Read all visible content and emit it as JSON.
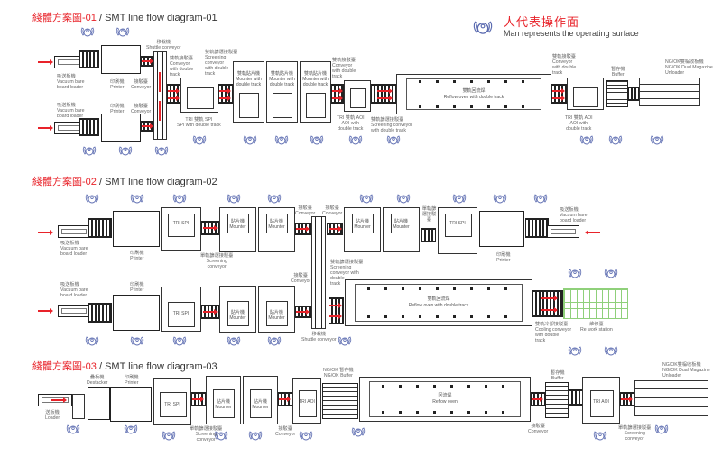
{
  "legend": {
    "icon": "operator-icon",
    "zh": "人代表操作面",
    "en": "Man represents the operating surface"
  },
  "colors": {
    "accent": "#e8232a",
    "operator": "#5b6bb0",
    "rework_grid": "#8fd07a"
  },
  "diagrams": [
    {
      "title_zh": "綫體方案圖-01",
      "title_en": " / SMT line flow diagram-01",
      "labels": {
        "loader_top_zh": "吸送板機",
        "loader_top_en1": "Vacuum bare",
        "loader_top_en2": "board loader",
        "loader_bot_zh": "吸送板機",
        "loader_bot_en1": "Vacuum bare",
        "loader_bot_en2": "board loader",
        "printer_top_zh": "印刷機",
        "printer_top_en": "Printer",
        "conveyor_top_zh": "接駁臺",
        "conveyor_top_en": "Conveyor",
        "printer_bot_zh": "印刷機",
        "printer_bot_en": "Printer",
        "conveyor_bot_zh": "接駁臺",
        "conveyor_bot_en": "Conveyor",
        "shuttle_zh": "移栽機",
        "shuttle_en": "Shuttle conveyor",
        "dconv1_zh": "雙軌接駁臺",
        "dconv1_en1": "Conveyor",
        "dconv1_en2": "with double",
        "dconv1_en3": "track",
        "screen1_zh": "雙軌篩選接駁臺",
        "screen1_en1": "Screening",
        "screen1_en2": "conveyor",
        "screen1_en3": "with double",
        "screen1_en4": "track",
        "spi_zh": "TRI 雙軌 SPI",
        "spi_en": "SPI with double track",
        "mounter1_zh": "雙軌貼片機",
        "mounter1_en1": "Mounter with",
        "mounter1_en2": "double track",
        "mounter2_zh": "雙軌貼片機",
        "mounter2_en1": "Mounter with",
        "mounter2_en2": "double track",
        "mounter3_zh": "雙軌貼片機",
        "mounter3_en1": "Mounter with",
        "mounter3_en2": "double track",
        "dconv2_zh": "雙軌接駁臺",
        "dconv2_en1": "Conveyor",
        "dconv2_en2": "with double",
        "dconv2_en3": "track",
        "aoi1_zh": "TRI 雙軌 AOI",
        "aoi1_en1": "AOI with",
        "aoi1_en2": "double track",
        "screen2_zh": "雙軌篩選接駁臺",
        "screen2_en1": "Screening conveyor",
        "screen2_en2": "with double track",
        "oven_zh": "雙軌回流焊",
        "oven_en": "Reflow oven with double track",
        "dconv3_zh": "雙軌接駁臺",
        "dconv3_en1": "Conveyor",
        "dconv3_en2": "with double",
        "dconv3_en3": "track",
        "aoi2_zh": "TRI 雙軌 AOI",
        "aoi2_en1": "AOI with",
        "aoi2_en2": "double track",
        "buffer_zh": "暫存機",
        "buffer_en": "Buffer",
        "unloader_zh": "NG/OK雙榀收板機",
        "unloader_en1": "NG/OK Dual Magazine",
        "unloader_en2": "Unloader"
      }
    },
    {
      "title_zh": "綫體方案圖-02",
      "title_en": " / SMT line flow diagram-02",
      "labels": {
        "loaderA_zh": "吸送板機",
        "loaderA_en1": "Vacuum bare",
        "loaderA_en2": "board loader",
        "printerA_zh": "印刷機",
        "printerA_en": "Printer",
        "spiA": "TRI SPI",
        "screenA_zh": "單軌篩選接駁臺",
        "screenA_en1": "Screening",
        "screenA_en2": "conveyor",
        "mounterA1_zh": "貼片機",
        "mounterA1_en": "Mounter",
        "mounterA2_zh": "貼片機",
        "mounterA2_en": "Mounter",
        "convA1_zh": "接駁臺",
        "convA1_en": "Conveyor",
        "convA2_zh": "接駁臺",
        "convA2_en": "Conveyor",
        "mounterB1_zh": "貼片機",
        "mounterB1_en": "Mounter",
        "mounterB2_zh": "貼片機",
        "mounterB2_en": "Mounter",
        "screenB_zh": "單軌篩選接駁臺",
        "spiB": "TRI SPI",
        "printerB_zh": "印刷機",
        "printerB_en": "Printer",
        "loaderB_zh": "吸送板機",
        "loaderB_en1": "Vacuum bare",
        "loaderB_en2": "board loader",
        "loaderC_zh": "吸送板機",
        "loaderC_en1": "Vacuum bare",
        "loaderC_en2": "board loader",
        "printerC_zh": "印刷機",
        "printerC_en": "Printer",
        "spiC": "TRI SPI",
        "mounterC1_zh": "貼片機",
        "mounterC1_en": "Mounter",
        "mounterC2_zh": "貼片機",
        "mounterC2_en": "Mounter",
        "convC_zh": "接駁臺",
        "convC_en": "Conveyor",
        "shuttle_zh": "移栽機",
        "shuttle_en": "Shuttle conveyor",
        "dscreen_zh": "雙軌篩選接駁臺",
        "dscreen_en1": "Screening",
        "dscreen_en2": "conveyor with",
        "dscreen_en3": "double",
        "dscreen_en4": "track",
        "oven_zh": "雙軌回流焊",
        "oven_en": "Reflow oven with double track",
        "cooling_zh": "雙軌冷卻接駁臺",
        "cooling_en1": "Cooling conveyor",
        "cooling_en2": "with double",
        "cooling_en3": "track",
        "rework_zh": "維修臺",
        "rework_en": "Re work station"
      }
    },
    {
      "title_zh": "綫體方案圖-03",
      "title_en": " / SMT line flow diagram-03",
      "labels": {
        "loader_zh": "送板機",
        "loader_en": "Loader",
        "destacker_zh": "疊板機",
        "destacker_en": "Destacker",
        "printer_zh": "印刷機",
        "printer_en": "Printer",
        "spi": "TRI SPI",
        "screen1_zh": "單軌篩選接駁臺",
        "screen1_en1": "Screening",
        "screen1_en2": "conveyor",
        "mounter1_zh": "貼片機",
        "mounter1_en": "Mounter",
        "mounter2_zh": "貼片機",
        "mounter2_en": "Mounter",
        "conv1_zh": "接駁臺",
        "conv1_en": "Conveyor",
        "aoi1": "TRI AOI",
        "ngbuffer_zh": "NG/OK 暫存機",
        "ngbuffer_en": "NG/OK Buffer",
        "oven_zh": "回流焊",
        "oven_en": "Reflow oven",
        "conv2_zh": "接駁臺",
        "conv2_en": "Conveyor",
        "buffer_zh": "暫存機",
        "buffer_en": "Buffer",
        "aoi2": "TRI AOI",
        "screen2_zh": "單軌篩選接駁臺",
        "screen2_en1": "Screening",
        "screen2_en2": "conveyor",
        "unloader_zh": "NG/OK雙榀收板機",
        "unloader_en1": "NG/OK Dual Magazine",
        "unloader_en2": "Unloader"
      }
    }
  ]
}
